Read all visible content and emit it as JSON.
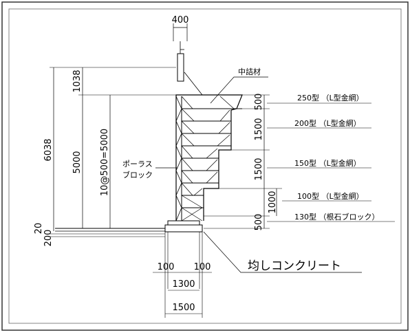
{
  "dimensions": {
    "top_width": "400",
    "total_height": "6038",
    "top_part": "1038",
    "main_height": "5000",
    "block_spacing": "10@500=5000",
    "base_20": "20",
    "base_200": "200",
    "left_100": "100",
    "right_100": "100",
    "width_1300": "1300",
    "width_1500": "1500",
    "right_500_top": "500",
    "right_1500_a": "1500",
    "right_1500_b": "1500",
    "right_1000": "1000",
    "right_500_bottom": "500"
  },
  "labels": {
    "fill_material": "中詰材",
    "porous_block_line1": "ポーラス",
    "porous_block_line2": "ブロック",
    "type_250": "250型 （L型金網）",
    "type_200": "200型 （L型金網）",
    "type_150": "150型 （L型金網）",
    "type_100": "100型 （L型金網）",
    "type_130": "130型 （根石ブロック）",
    "leveling_concrete": "均しコンクリート"
  }
}
